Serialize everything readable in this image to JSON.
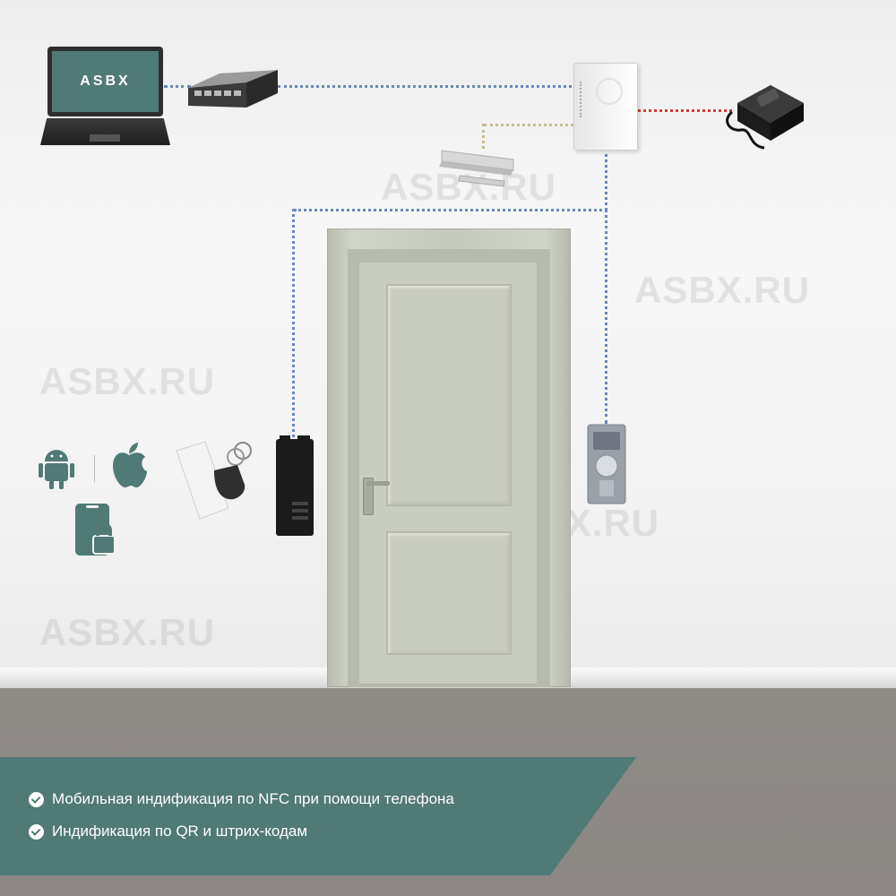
{
  "laptop": {
    "screen_text": "ASBX"
  },
  "watermarks": [
    "ASBX.RU",
    "ASBX.RU",
    "ASBX.RU",
    "ASBX.RU",
    "ASBX.RU"
  ],
  "platform_icons": [
    "android-icon",
    "apple-icon",
    "phone-lock-icon"
  ],
  "features": [
    "Мобильная индификация по NFC при помощи телефона",
    "Индификация по QR и штрих-кодам"
  ],
  "colors": {
    "accent": "#4f7a76",
    "network_wire": "#6b86c0",
    "lock_wire": "#c9be8f",
    "power_wire": "#d13a3a",
    "door": "#c9cdbf"
  }
}
